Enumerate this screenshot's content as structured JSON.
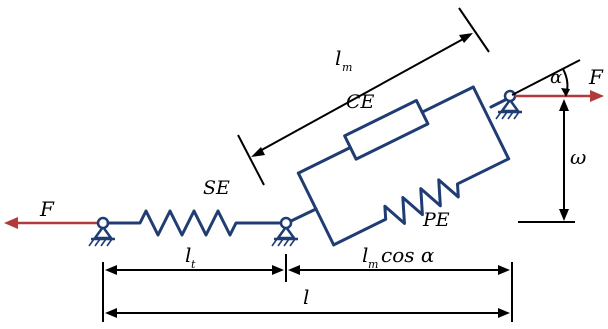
{
  "labels": {
    "force_left": "F",
    "force_right": "F",
    "series_element": "SE",
    "contractile_element": "CE",
    "parallel_element": "PE",
    "muscle_length": "l",
    "muscle_length_sub": "m",
    "tendon_length": "l",
    "tendon_length_sub": "t",
    "projection_l": "l",
    "projection_sub": "m",
    "projection_rest": "cos α",
    "total_length": "l",
    "angle": "α",
    "width": "ω"
  },
  "colors": {
    "mechanism": "#1f3c73",
    "force": "#b23a3a",
    "dimension": "#000000"
  }
}
